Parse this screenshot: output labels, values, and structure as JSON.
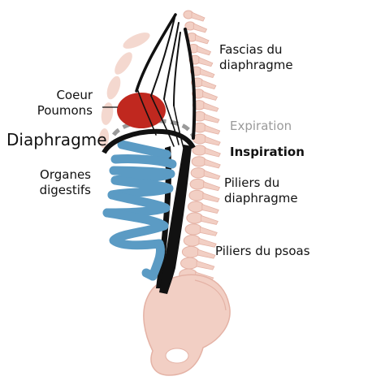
{
  "labels": {
    "fascias": [
      "Fascias du",
      "diaphragme"
    ],
    "coeur": [
      "Coeur",
      "Poumons"
    ],
    "diaphragme": "Diaphragme",
    "expiration": "Expiration",
    "inspiration": "Inspiration",
    "organes": [
      "Organes",
      "digestifs"
    ],
    "piliers_diaphragme": [
      "Piliers du",
      "diaphragme"
    ],
    "piliers_psoas": "Piliers du psoas"
  },
  "colors": {
    "bone": "#f2cfc4",
    "bone_edge": "#e4b2a5",
    "heart": "#c0281f",
    "intestine": "#5b9bc4",
    "fascia": "#111111",
    "expiration": "#9a9a9a",
    "text": "#111111"
  }
}
